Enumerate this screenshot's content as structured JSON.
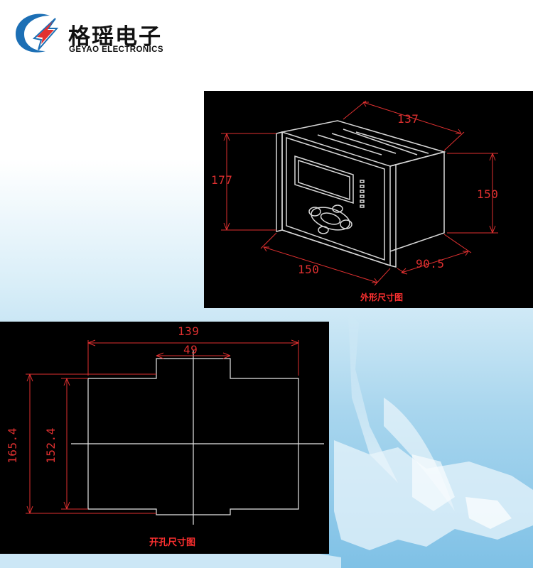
{
  "logo": {
    "cn_name": "格瑶电子",
    "en_name": "GEYAO ELECTRONICS",
    "icon": "geyao-logo-icon"
  },
  "outline_drawing": {
    "caption": "外形尺寸图",
    "dims": {
      "depth_top": "137",
      "height_left": "177",
      "height_right": "150",
      "width_front": "150",
      "depth_side": "90.5"
    }
  },
  "cutout_drawing": {
    "caption": "开孔尺寸图",
    "dims": {
      "width_total": "139",
      "notch_width": "49",
      "height_outer": "165.4",
      "height_inner": "152.4"
    }
  },
  "colors": {
    "dimension_red": "#e03030",
    "panel_black": "#000000",
    "brand_blue": "#1c6fb5"
  }
}
